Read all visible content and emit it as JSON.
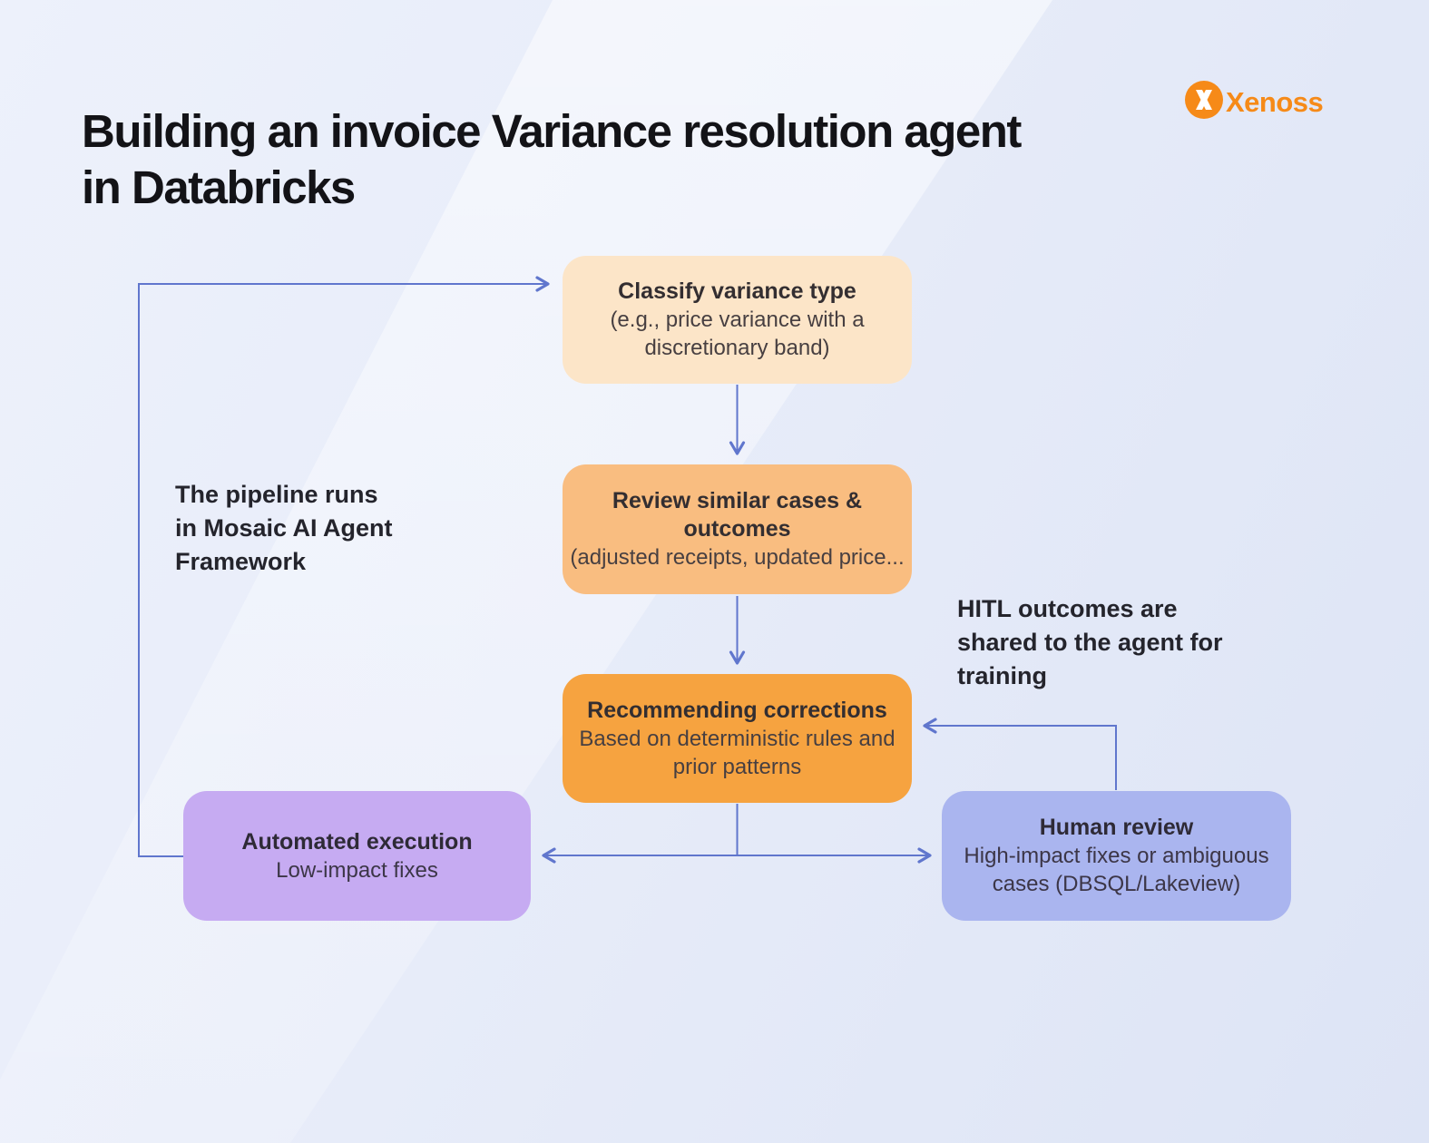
{
  "header": {
    "title_lines": [
      "Building an invoice Variance resolution agent",
      "in Databricks"
    ],
    "logo": {
      "text": "Xenoss",
      "icon": "xenoss-x-mark-icon"
    }
  },
  "notes": {
    "pipeline": {
      "lines": [
        "The pipeline runs",
        "in Mosaic AI Agent",
        "Framework"
      ]
    },
    "hitl": {
      "lines": [
        "HITL outcomes are",
        "shared to the agent for",
        "training"
      ]
    }
  },
  "flowchart": {
    "nodes": {
      "classify": {
        "title_lines": [
          "Classify variance type"
        ],
        "body_lines": [
          "(e.g., price variance with a",
          "discretionary band)"
        ],
        "fill": "#fce5c8"
      },
      "review": {
        "title_lines": [
          "Review similar cases &",
          "outcomes"
        ],
        "body_lines": [
          "(adjusted receipts, updated price..."
        ],
        "fill": "#f9bd80"
      },
      "recommend": {
        "title_lines": [
          "Recommending corrections"
        ],
        "body_lines": [
          "Based on deterministic rules and",
          "prior patterns"
        ],
        "fill": "#f6a340"
      },
      "automated": {
        "title_lines": [
          "Automated execution"
        ],
        "body_lines": [
          "Low-impact fixes"
        ],
        "fill": "#c6abf2"
      },
      "human": {
        "title_lines": [
          "Human review"
        ],
        "body_lines": [
          "High-impact fixes or ambiguous",
          "cases (DBSQL/Lakeview)"
        ],
        "fill": "#aab5ef"
      }
    },
    "flow": [
      "classify -> review",
      "review -> recommend",
      "recommend -> automated",
      "recommend -> human",
      "human -> recommend (HITL feedback)",
      "automated -> classify (loop)"
    ]
  },
  "colors": {
    "background": "#e7ecf9",
    "accent_orange": "#f68a18",
    "connector": "#6076cd",
    "title_text": "#131317"
  }
}
